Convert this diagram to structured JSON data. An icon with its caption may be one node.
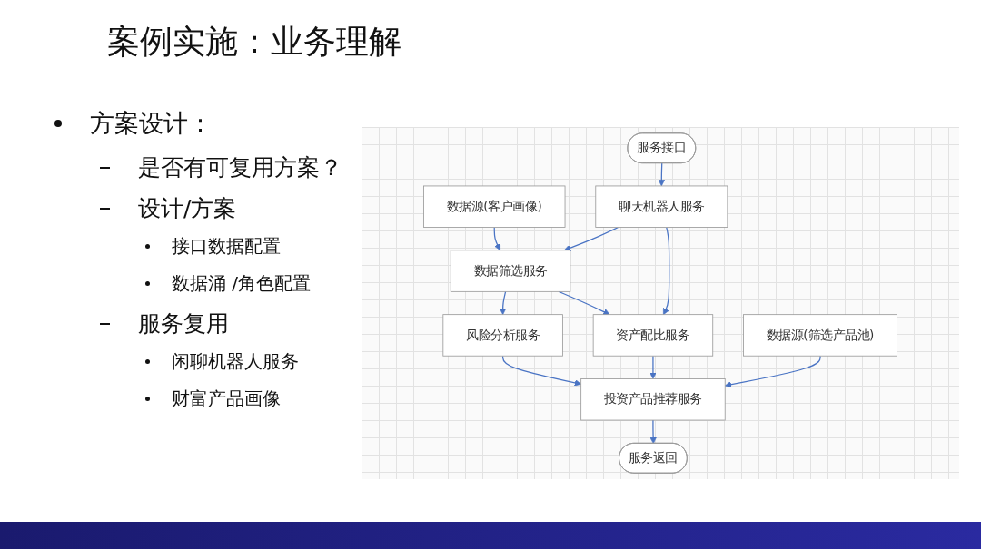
{
  "diagram": {
    "title": "案例实施：业务理解",
    "nodes": [
      {
        "text": [
          "服务接口"
        ]
      },
      {
        "text": [
          "数据源(客户画像)"
        ]
      },
      {
        "text": [
          "聊天机器人服务"
        ]
      },
      {
        "text": [
          "数据筛选服务"
        ]
      },
      {
        "text": [
          "风险分析服务"
        ]
      },
      {
        "text": [
          "资产配比服务"
        ]
      },
      {
        "text": [
          "数据源(筛选产品池)"
        ]
      },
      {
        "text": [
          "投资产品推荐服务"
        ]
      },
      {
        "text": [
          "服务返回"
        ]
      }
    ],
    "edges": [
      {
        "from": 0,
        "to": 2,
        "arrow": "to"
      },
      {
        "from": 1,
        "to": 3,
        "arrow": "to"
      },
      {
        "from": 2,
        "to": 3,
        "arrow": "to"
      },
      {
        "from": 2,
        "to": 5,
        "arrow": "to"
      },
      {
        "from": 3,
        "to": 4,
        "arrow": "to"
      },
      {
        "from": 3,
        "to": 5,
        "arrow": "to"
      },
      {
        "from": 4,
        "to": 7,
        "arrow": "to"
      },
      {
        "from": 5,
        "to": 7,
        "arrow": "to"
      },
      {
        "from": 6,
        "to": 7,
        "arrow": "to"
      },
      {
        "from": 7,
        "to": 8,
        "arrow": "to"
      }
    ],
    "labels": [
      "方案设计：",
      "是否有可复用方案？",
      "设计/方案",
      "接口数据配置",
      "数据涌 /角色配置",
      "服务复用",
      "闲聊机器人服务",
      "财富产品画像"
    ]
  }
}
